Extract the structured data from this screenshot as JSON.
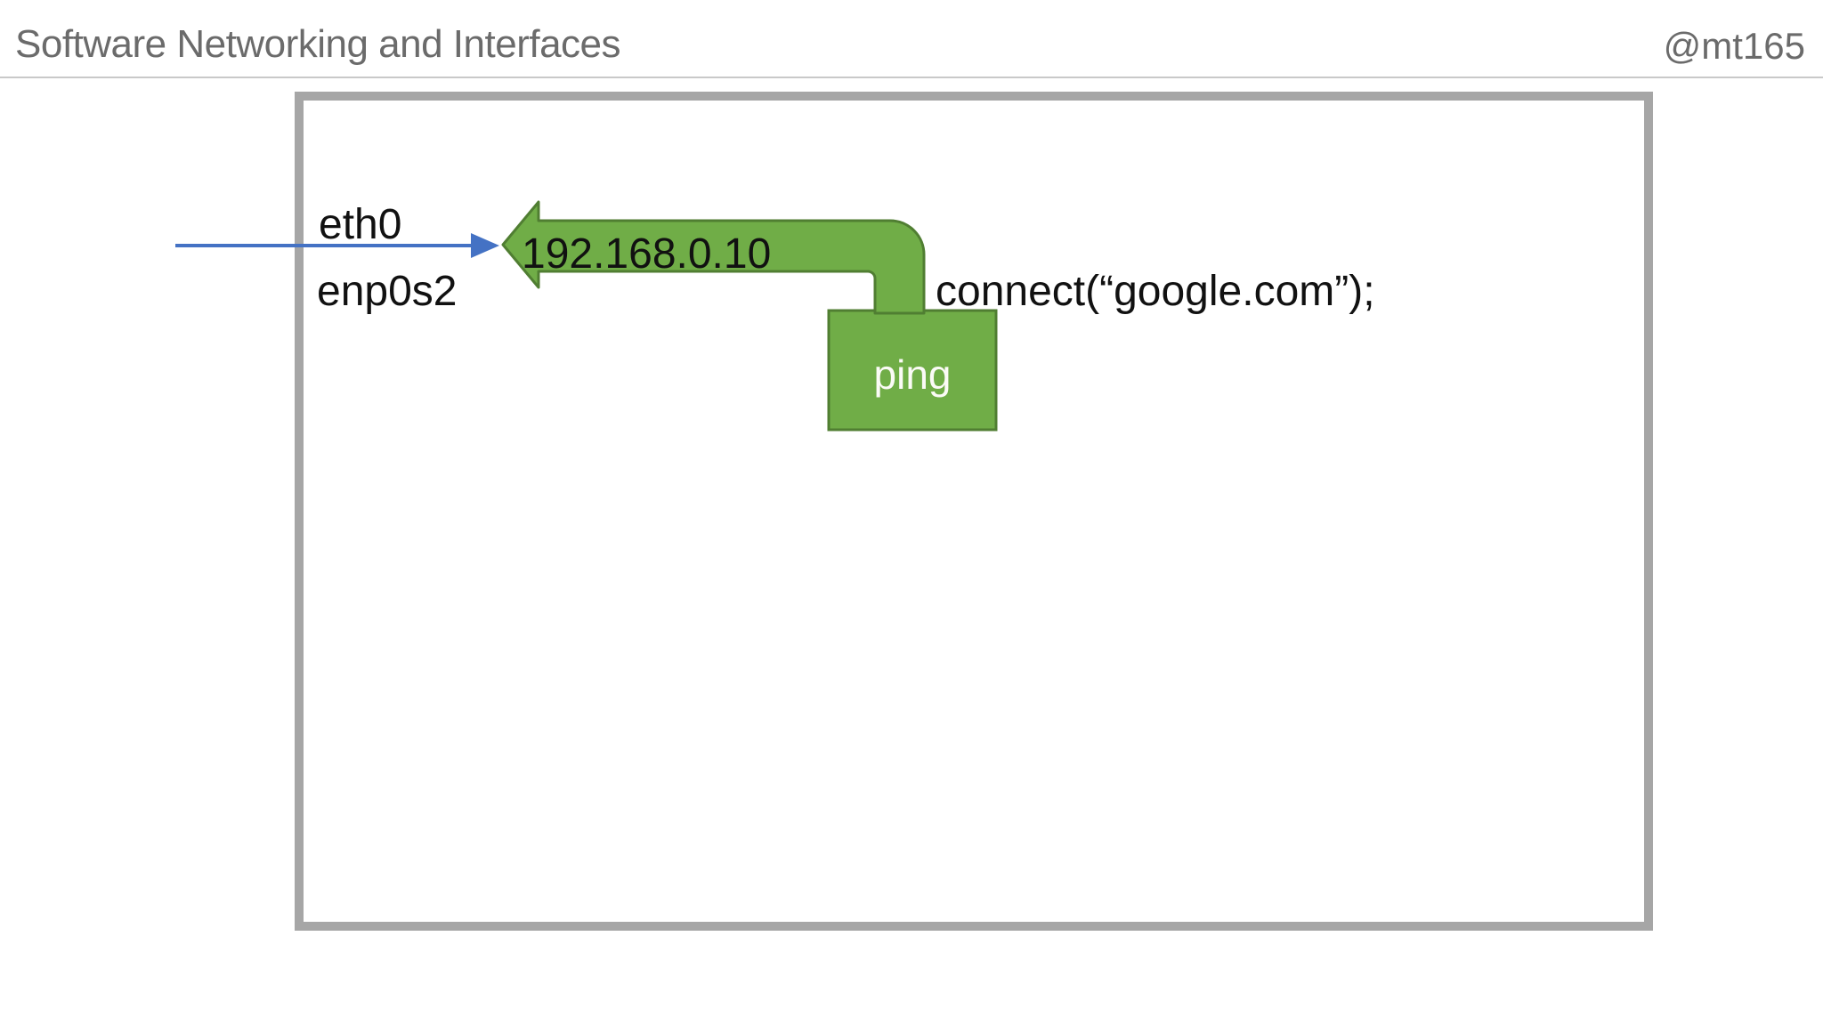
{
  "header": {
    "title": "Software Networking and Interfaces",
    "handle": "@mt165"
  },
  "diagram": {
    "interface_names": [
      "eth0",
      "enp0s2"
    ],
    "ip_address": "192.168.0.10",
    "ping_label": "ping",
    "connect_call": "connect(“google.com”);",
    "colors": {
      "green_fill": "#70AD47",
      "green_stroke": "#507E32",
      "blue": "#4472C4",
      "frame_gray": "#A6A6A6"
    }
  }
}
